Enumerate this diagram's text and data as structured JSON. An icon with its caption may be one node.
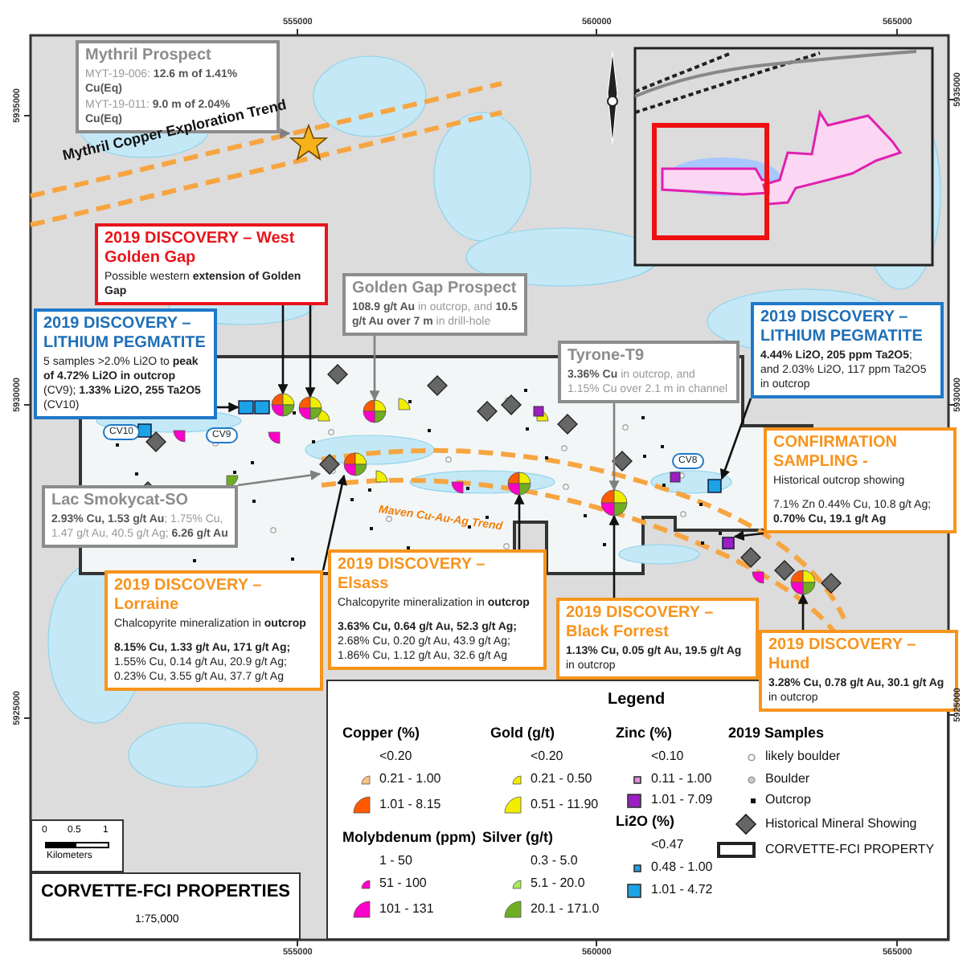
{
  "diagram": {
    "title": "CORVETTE-FCI PROPERTIES",
    "nodes": [
      {
        "text": [
          "Mythril Prospect",
          "MYT-19-006: **12.6 m of 1.41% Cu(Eq)**",
          "MYT-19-011: **9.0 m of 2.04% Cu(Eq)**"
        ]
      },
      {
        "text": [],
        "shape": "star"
      },
      {
        "text": [
          "2019 DISCOVERY – West Golden Gap",
          "Possible western **extension of Golden Gap**"
        ]
      },
      {
        "text": [
          "Golden Gap Prospect",
          "**108.9 g/t Au** in outcrop, and **10.5 g/t Au over 7 m** in drill-hole"
        ]
      },
      {
        "text": [
          "2019 DISCOVERY – LITHIUM PEGMATITE",
          "5 samples >2.0% Li2O to **peak of 4.72% Li2O in outcrop** (CV9); **1.33% Li2O, 255 Ta2O5** (CV10)"
        ]
      },
      {
        "text": [
          "Tyrone-T9",
          "**3.36% Cu** in outcrop, and 1.15% Cu over 2.1 m in channel"
        ]
      },
      {
        "text": [
          "2019 DISCOVERY – LITHIUM PEGMATITE",
          "**4.44% Li2O, 205 ppm Ta2O5**; and 2.03% Li2O, 117 ppm Ta2O5 in outcrop"
        ]
      },
      {
        "text": [
          "Lac Smokycat-SO",
          "**2.93% Cu, 1.53 g/t Au**; 1.75% Cu, 1.47 g/t Au, 40.5 g/t Ag; **6.26 g/t Au**"
        ]
      },
      {
        "text": [
          "CONFIRMATION SAMPLING -",
          "Historical outcrop showing",
          "7.1% Zn 0.44% Cu, 10.8 g/t Ag; **0.70% Cu, 19.1 g/t Ag**"
        ]
      },
      {
        "text": [
          "2019 DISCOVERY – Lorraine",
          "Chalcopyrite mineralization in **outcrop**",
          "**8.15% Cu, 1.33 g/t Au, 171 g/t Ag;** 1.55% Cu, 0.14 g/t Au, 20.9 g/t Ag; 0.23% Cu, 3.55 g/t Au, 37.7 g/t Ag"
        ]
      },
      {
        "text": [
          "2019 DISCOVERY – Elsass",
          "Chalcopyrite mineralization in **outcrop**",
          "**3.63% Cu, 0.64 g/t Au, 52.3 g/t Ag;** 2.68% Cu, 0.20 g/t Au, 43.9 g/t Ag; 1.86% Cu, 1.12 g/t Au, 32.6 g/t Ag"
        ]
      },
      {
        "text": [
          "2019 DISCOVERY – Black Forrest",
          "**1.13% Cu, 0.05 g/t Au,  19.5 g/t Ag** in outcrop"
        ]
      },
      {
        "text": [
          "2019 DISCOVERY – Hund",
          "**3.28% Cu, 0.78 g/t Au, 30.1 g/t Ag** in outcrop"
        ]
      },
      {
        "text": [],
        "shape": "box"
      },
      {
        "text": [],
        "shape": "circle"
      },
      {
        "text": [],
        "shape": "circle"
      },
      {
        "text": [],
        "shape": "diamond"
      },
      {
        "text": [],
        "shape": "circle"
      },
      {
        "text": [],
        "shape": "circle"
      },
      {
        "text": [],
        "shape": "circle"
      },
      {
        "text": [],
        "shape": "circle"
      },
      {
        "text": [],
        "shape": "box"
      },
      {
        "text": [],
        "shape": "box"
      },
      {
        "text": [],
        "shape": "circle"
      }
    ],
    "edges": [
      {
        "from": 0,
        "to": 1,
        "arrow": "to",
        "color": "#808080"
      },
      {
        "from": 2,
        "to": 14,
        "arrow": "to"
      },
      {
        "from": 2,
        "to": 15,
        "arrow": "to"
      },
      {
        "from": 3,
        "to": 18,
        "arrow": "to",
        "color": "#808080"
      },
      {
        "from": 4,
        "to": 13,
        "arrow": "to"
      },
      {
        "from": 5,
        "to": 20,
        "arrow": "to",
        "color": "#808080"
      },
      {
        "from": 6,
        "to": 21,
        "arrow": "to"
      },
      {
        "from": 7,
        "to": 16,
        "arrow": "to",
        "color": "#808080"
      },
      {
        "from": 8,
        "to": 22,
        "arrow": "to"
      },
      {
        "from": 9,
        "to": 17,
        "arrow": "to"
      },
      {
        "from": 10,
        "to": 19,
        "arrow": "to"
      },
      {
        "from": 11,
        "to": 20,
        "arrow": "to"
      },
      {
        "from": 12,
        "to": 23,
        "arrow": "to"
      }
    ],
    "labels": [
      "555000",
      "560000",
      "565000",
      "5935000",
      "5935000",
      "Mythril Copper Exploration Trend",
      "5930000",
      "5930000",
      "CV10",
      "CV9",
      "CV8",
      "Maven Cu-Au-Ag Trend",
      "5925000",
      "5925000",
      "Legend",
      "Copper (%)",
      "Gold (g/t)",
      "Zinc (%)",
      "2019 Samples",
      "Li2O (%)",
      "Molybdenum (ppm)",
      "Silver (g/t)",
      "0",
      "0.5",
      "1",
      "Kilometers",
      "1:75,000",
      "555000",
      "560000",
      "565000"
    ],
    "legend": [
      {
        "text": "<0.20"
      },
      {
        "text": "0.21 - 1.00",
        "color": "#f9c37e"
      },
      {
        "text": "1.01 - 8.15",
        "color": "#ff5a00"
      },
      {
        "text": "1 - 50"
      },
      {
        "text": "51 - 100",
        "color": "#ff00c8"
      },
      {
        "text": "101 - 131",
        "color": "#ff00c8"
      },
      {
        "text": "<0.20"
      },
      {
        "text": "0.21 - 0.50",
        "color": "#f0ee00"
      },
      {
        "text": "0.51 - 11.90",
        "color": "#f0ee00"
      },
      {
        "text": "0.3 - 5.0"
      },
      {
        "text": "5.1 - 20.0",
        "color": "#a8e85a"
      },
      {
        "text": "20.1 - 171.0",
        "color": "#6fae22"
      },
      {
        "text": "<0.10"
      },
      {
        "text": "0.11 - 1.00",
        "color": "#e58be0"
      },
      {
        "text": "1.01 - 7.09",
        "color": "#9b1fc2"
      },
      {
        "text": "<0.47"
      },
      {
        "text": "0.48 - 1.00",
        "color": "#1ba3e6"
      },
      {
        "text": "1.01 - 4.72",
        "color": "#1ba3e6"
      },
      {
        "text": "likely boulder"
      },
      {
        "text": "Boulder"
      },
      {
        "text": "Outcrop"
      },
      {
        "text": "Historical Mineral Showing"
      },
      {
        "text": "CORVETTE-FCI PROPERTY"
      }
    ]
  }
}
